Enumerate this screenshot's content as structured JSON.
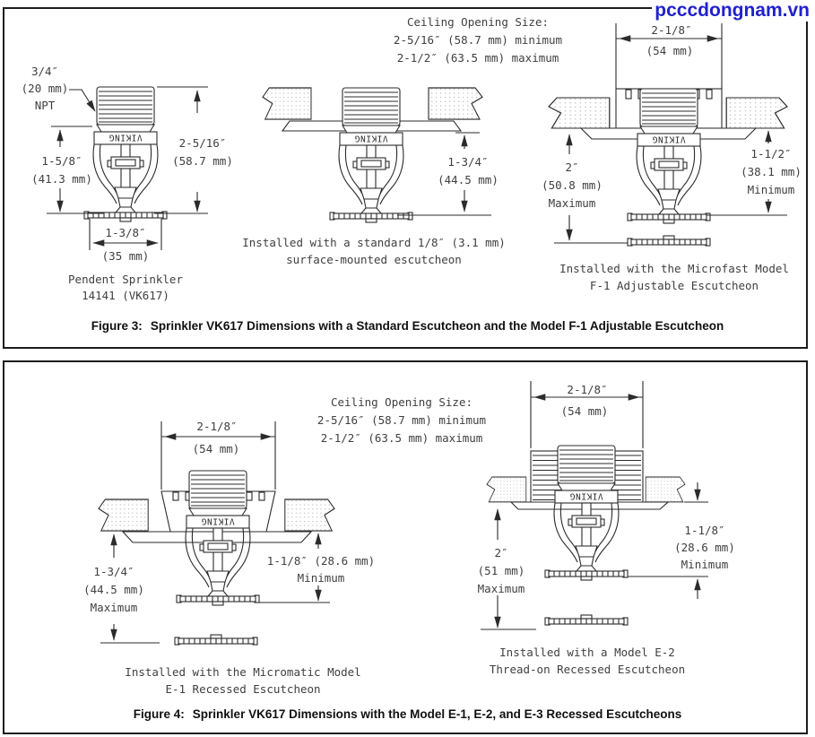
{
  "watermark": "pcccdongnam.vn",
  "sprinkler_brand": "VIKING",
  "fig3": {
    "ceiling_opening": {
      "l1": "Ceiling Opening Size:",
      "l2": "2-5/16″ (58.7 mm) minimum",
      "l3": "2-1/2″ (63.5 mm) maximum"
    },
    "npt": {
      "l1": "3/4″",
      "l2": "(20 mm)",
      "l3": "NPT"
    },
    "dim_overall": {
      "l1": "2-5/16″",
      "l2": "(58.7 mm)"
    },
    "dim_body": {
      "l1": "1-5/8″",
      "l2": "(41.3 mm)"
    },
    "dim_deflector": {
      "l1": "1-3/8″",
      "l2": "(35 mm)"
    },
    "cap_pendent": {
      "l1": "Pendent Sprinkler",
      "l2": "14141 (VK617)"
    },
    "dim_surface": {
      "l1": "1-3/4″",
      "l2": "(44.5 mm)"
    },
    "cap_surface": {
      "l1": "Installed with a standard 1/8″ (3.1 mm)",
      "l2": "surface-mounted escutcheon"
    },
    "dim_f1_width": {
      "l1": "2-1/8″",
      "l2": "(54 mm)"
    },
    "dim_f1_max": {
      "l1": "2″",
      "l2": "(50.8 mm)",
      "l3": "Maximum"
    },
    "dim_f1_min": {
      "l1": "1-1/2″",
      "l2": "(38.1 mm)",
      "l3": "Minimum"
    },
    "cap_f1": {
      "l1": "Installed with the Microfast Model",
      "l2": "F-1 Adjustable Escutcheon"
    },
    "figure_caption": {
      "label": "Figure 3:",
      "text": "Sprinkler VK617 Dimensions with a Standard Escutcheon and the Model F-1 Adjustable Escutcheon"
    }
  },
  "fig4": {
    "ceiling_opening": {
      "l1": "Ceiling Opening Size:",
      "l2": "2-5/16″ (58.7 mm) minimum",
      "l3": "2-1/2″ (63.5 mm) maximum"
    },
    "dim_e1_width": {
      "l1": "2-1/8″",
      "l2": "(54 mm)"
    },
    "dim_e1_max": {
      "l1": "1-3/4″",
      "l2": "(44.5 mm)",
      "l3": "Maximum"
    },
    "dim_e1_min": {
      "l1": "1-1/8″ (28.6 mm)",
      "l2": "Minimum"
    },
    "cap_e1": {
      "l1": "Installed with the Micromatic Model",
      "l2": "E-1 Recessed Escutcheon"
    },
    "dim_e2_width": {
      "l1": "2-1/8″",
      "l2": "(54 mm)"
    },
    "dim_e2_max": {
      "l1": "2″",
      "l2": "(51 mm)",
      "l3": "Maximum"
    },
    "dim_e2_min": {
      "l1": "1-1/8″",
      "l2": "(28.6 mm)",
      "l3": "Minimum"
    },
    "cap_e2": {
      "l1": "Installed with a Model E-2",
      "l2": "Thread-on Recessed Escutcheon"
    },
    "figure_caption": {
      "label": "Figure 4:",
      "text": "Sprinkler VK617 Dimensions with the Model E-1, E-2, and E-3 Recessed Escutcheons"
    }
  }
}
